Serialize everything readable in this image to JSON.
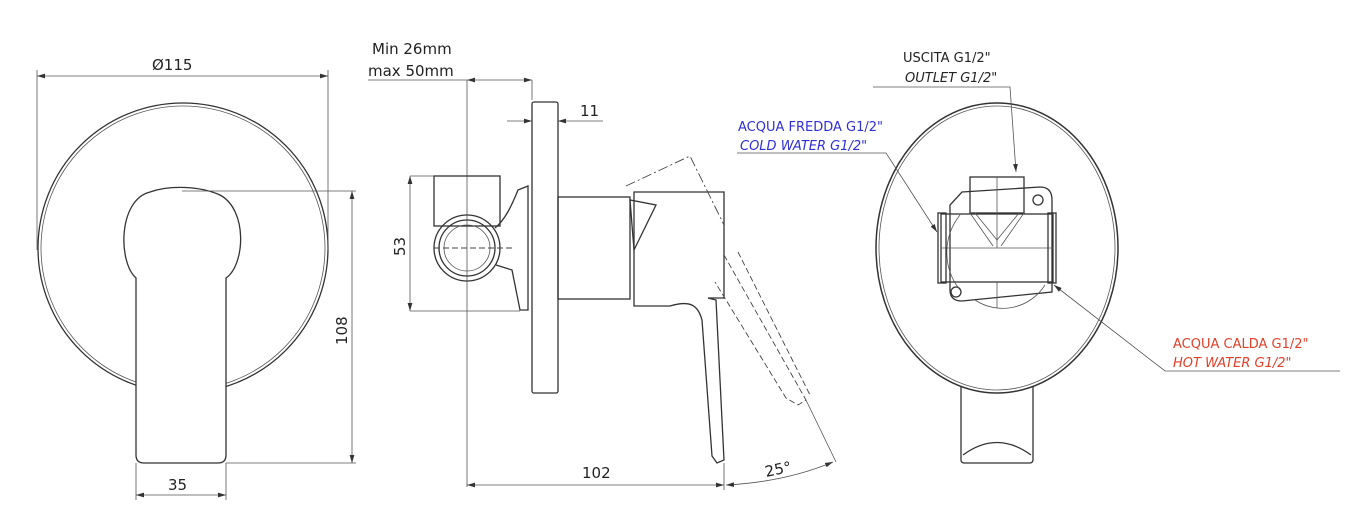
{
  "colors": {
    "line": "#333333",
    "cold": "#2f2fd8",
    "hot": "#e0402a",
    "text": "#222222"
  },
  "dimensions": {
    "diameter": "Ø115",
    "height": "108",
    "handle_width": "35",
    "wall_min": "Min 26mm",
    "wall_max": "max 50mm",
    "plate_thickness": "11",
    "body_height": "53",
    "projection": "102",
    "lever_angle": "25°"
  },
  "labels": {
    "outlet_it": "USCITA G1/2\"",
    "outlet_en": "OUTLET G1/2\"",
    "cold_it": "ACQUA FREDDA G1/2\"",
    "cold_en": "COLD WATER G1/2\"",
    "hot_it": "ACQUA CALDA G1/2\"",
    "hot_en": "HOT WATER G1/2\""
  }
}
